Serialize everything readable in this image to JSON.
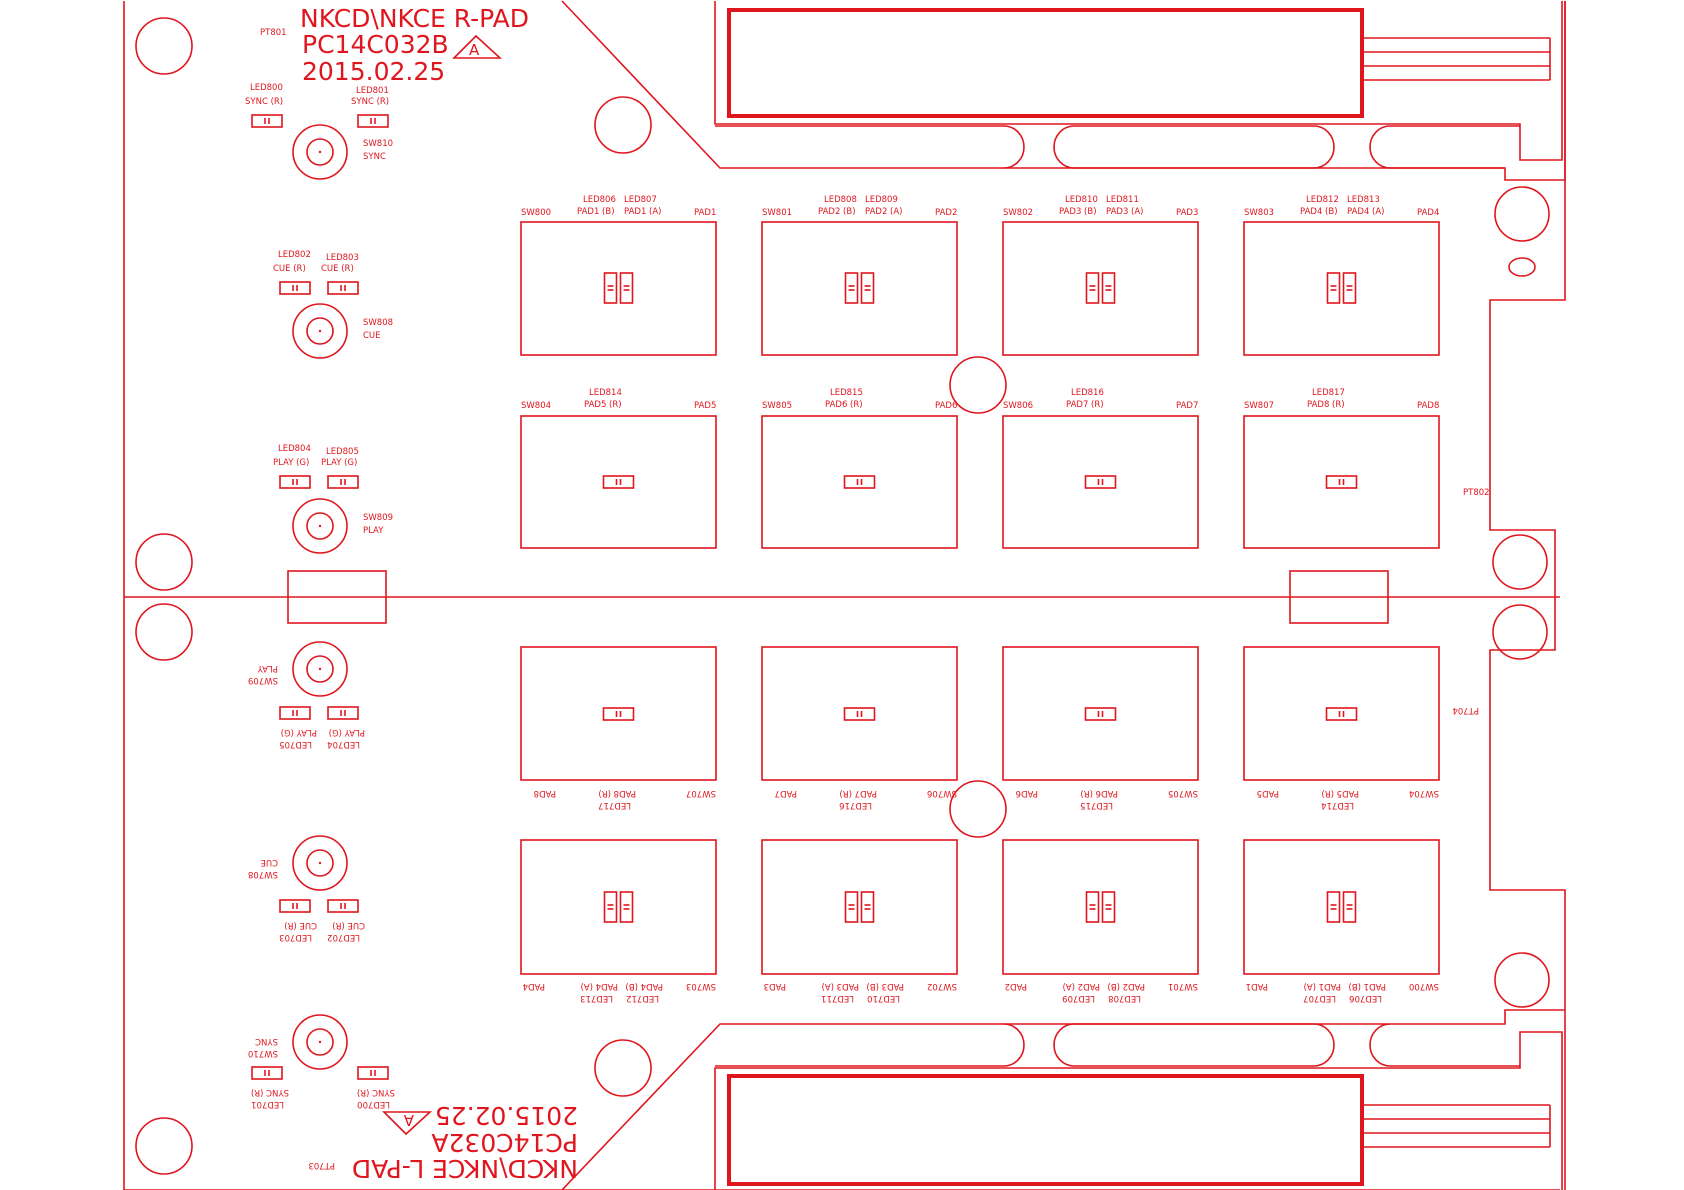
{
  "colors": {
    "trace": "#e0161e",
    "background": "#ffffff"
  },
  "r_pad": {
    "title": "NKCD\\NKCE R-PAD",
    "part": "PC14C032B",
    "rev": "A",
    "date": "2015.02.25",
    "pt_labels": [
      "PT801",
      "PT802"
    ],
    "side_controls": [
      {
        "led_left": "LED800",
        "led_left_sub": "SYNC (R)",
        "led_right": "LED801",
        "led_right_sub": "SYNC (R)",
        "sw": "SW810",
        "sw_sub": "SYNC"
      },
      {
        "led_left": "LED802",
        "led_left_sub": "CUE (R)",
        "led_right": "LED803",
        "led_right_sub": "CUE (R)",
        "sw": "SW808",
        "sw_sub": "CUE"
      },
      {
        "led_left": "LED804",
        "led_left_sub": "PLAY (G)",
        "led_right": "LED805",
        "led_right_sub": "PLAY (G)",
        "sw": "SW809",
        "sw_sub": "PLAY"
      }
    ],
    "pads_row1": [
      {
        "sw": "SW800",
        "pad": "PAD1",
        "led_a": "LED806",
        "led_a_sub": "PAD1 (B)",
        "led_b": "LED807",
        "led_b_sub": "PAD1 (A)"
      },
      {
        "sw": "SW801",
        "pad": "PAD2",
        "led_a": "LED808",
        "led_a_sub": "PAD2 (B)",
        "led_b": "LED809",
        "led_b_sub": "PAD2 (A)"
      },
      {
        "sw": "SW802",
        "pad": "PAD3",
        "led_a": "LED810",
        "led_a_sub": "PAD3 (B)",
        "led_b": "LED811",
        "led_b_sub": "PAD3 (A)"
      },
      {
        "sw": "SW803",
        "pad": "PAD4",
        "led_a": "LED812",
        "led_a_sub": "PAD4 (B)",
        "led_b": "LED813",
        "led_b_sub": "PAD4 (A)"
      }
    ],
    "pads_row2": [
      {
        "sw": "SW804",
        "pad": "PAD5",
        "led": "LED814",
        "led_sub": "PAD5 (R)"
      },
      {
        "sw": "SW805",
        "pad": "PAD6",
        "led": "LED815",
        "led_sub": "PAD6 (R)"
      },
      {
        "sw": "SW806",
        "pad": "PAD7",
        "led": "LED816",
        "led_sub": "PAD7 (R)"
      },
      {
        "sw": "SW807",
        "pad": "PAD8",
        "led": "LED817",
        "led_sub": "PAD8 (R)"
      }
    ]
  },
  "l_pad": {
    "title": "NKCD\\NKCE L-PAD",
    "part": "PC14C032A",
    "rev": "A",
    "date": "2015.02.25",
    "pt_labels": [
      "PT703",
      "PT704"
    ],
    "side_controls": [
      {
        "sw": "SW709",
        "sw_sub": "PLAY",
        "led_left": "LED705",
        "led_left_sub": "PLAY (G)",
        "led_right": "LED704",
        "led_right_sub": "PLAY (G)"
      },
      {
        "sw": "SW708",
        "sw_sub": "CUE",
        "led_left": "LED703",
        "led_left_sub": "CUE (R)",
        "led_right": "LED702",
        "led_right_sub": "CUE (R)"
      },
      {
        "sw": "SW710",
        "sw_sub": "SYNC",
        "led_left": "LED701",
        "led_left_sub": "SYNC (R)",
        "led_right": "LED700",
        "led_right_sub": "SYNC (R)"
      }
    ],
    "pads_row1": [
      {
        "pad": "PAD8",
        "led_sub": "PAD8 (R)",
        "sw": "SW707",
        "led": "LED717"
      },
      {
        "pad": "PAD7",
        "led_sub": "PAD7 (R)",
        "sw": "SW706",
        "led": "LED716"
      },
      {
        "pad": "PAD6",
        "led_sub": "PAD6 (R)",
        "sw": "SW705",
        "led": "LED715"
      },
      {
        "pad": "PAD5",
        "led_sub": "PAD5 (R)",
        "sw": "SW704",
        "led": "LED714"
      }
    ],
    "pads_row2": [
      {
        "pad": "PAD4",
        "led_a_sub": "PAD4 (A)",
        "led_b_sub": "PAD4 (B)",
        "sw": "SW703",
        "led_a": "LED713",
        "led_b": "LED712"
      },
      {
        "pad": "PAD3",
        "led_a_sub": "PAD3 (A)",
        "led_b_sub": "PAD3 (B)",
        "sw": "SW702",
        "led_a": "LED711",
        "led_b": "LED710"
      },
      {
        "pad": "PAD2",
        "led_a_sub": "PAD2 (A)",
        "led_b_sub": "PAD2 (B)",
        "sw": "SW701",
        "led_a": "LED709",
        "led_b": "LED708"
      },
      {
        "pad": "PAD1",
        "led_a_sub": "PAD1 (A)",
        "led_b_sub": "PAD1 (B)",
        "sw": "SW700",
        "led_a": "LED707",
        "led_b": "LED706"
      }
    ]
  }
}
